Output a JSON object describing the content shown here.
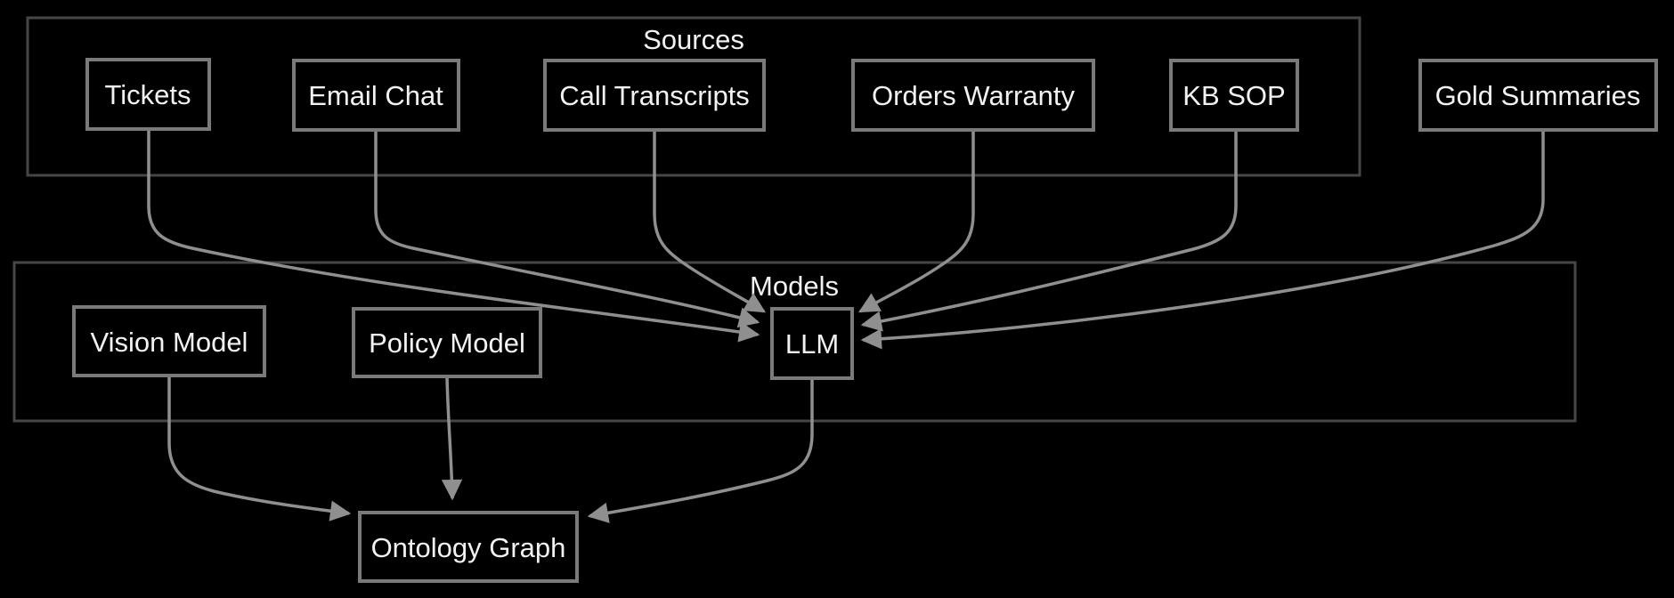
{
  "diagram": {
    "type": "flowchart",
    "background_color": "#000000",
    "colors": {
      "node_border": "#7a7a7a",
      "cluster_border": "#464646",
      "edge": "#8f8f8f",
      "text": "#f2f2f2"
    },
    "clusters": [
      {
        "id": "sources",
        "label": "Sources",
        "nodes": [
          "Tickets",
          "Email Chat",
          "Call Transcripts",
          "Orders Warranty",
          "KB SOP"
        ]
      },
      {
        "id": "models",
        "label": "Models",
        "nodes": [
          "Vision Model",
          "Policy Model",
          "LLM"
        ]
      }
    ],
    "nodes": {
      "tickets": {
        "label": "Tickets"
      },
      "email_chat": {
        "label": "Email Chat"
      },
      "call_transcripts": {
        "label": "Call Transcripts"
      },
      "orders_warranty": {
        "label": "Orders Warranty"
      },
      "kb_sop": {
        "label": "KB SOP"
      },
      "gold_summaries": {
        "label": "Gold Summaries"
      },
      "vision_model": {
        "label": "Vision Model"
      },
      "policy_model": {
        "label": "Policy Model"
      },
      "llm": {
        "label": "LLM"
      },
      "ontology_graph": {
        "label": "Ontology Graph"
      }
    },
    "edges": [
      {
        "from": "Tickets",
        "to": "LLM"
      },
      {
        "from": "Email Chat",
        "to": "LLM"
      },
      {
        "from": "Call Transcripts",
        "to": "LLM"
      },
      {
        "from": "Orders Warranty",
        "to": "LLM"
      },
      {
        "from": "KB SOP",
        "to": "LLM"
      },
      {
        "from": "Gold Summaries",
        "to": "LLM"
      },
      {
        "from": "Vision Model",
        "to": "Ontology Graph"
      },
      {
        "from": "Policy Model",
        "to": "Ontology Graph"
      },
      {
        "from": "LLM",
        "to": "Ontology Graph"
      }
    ]
  }
}
